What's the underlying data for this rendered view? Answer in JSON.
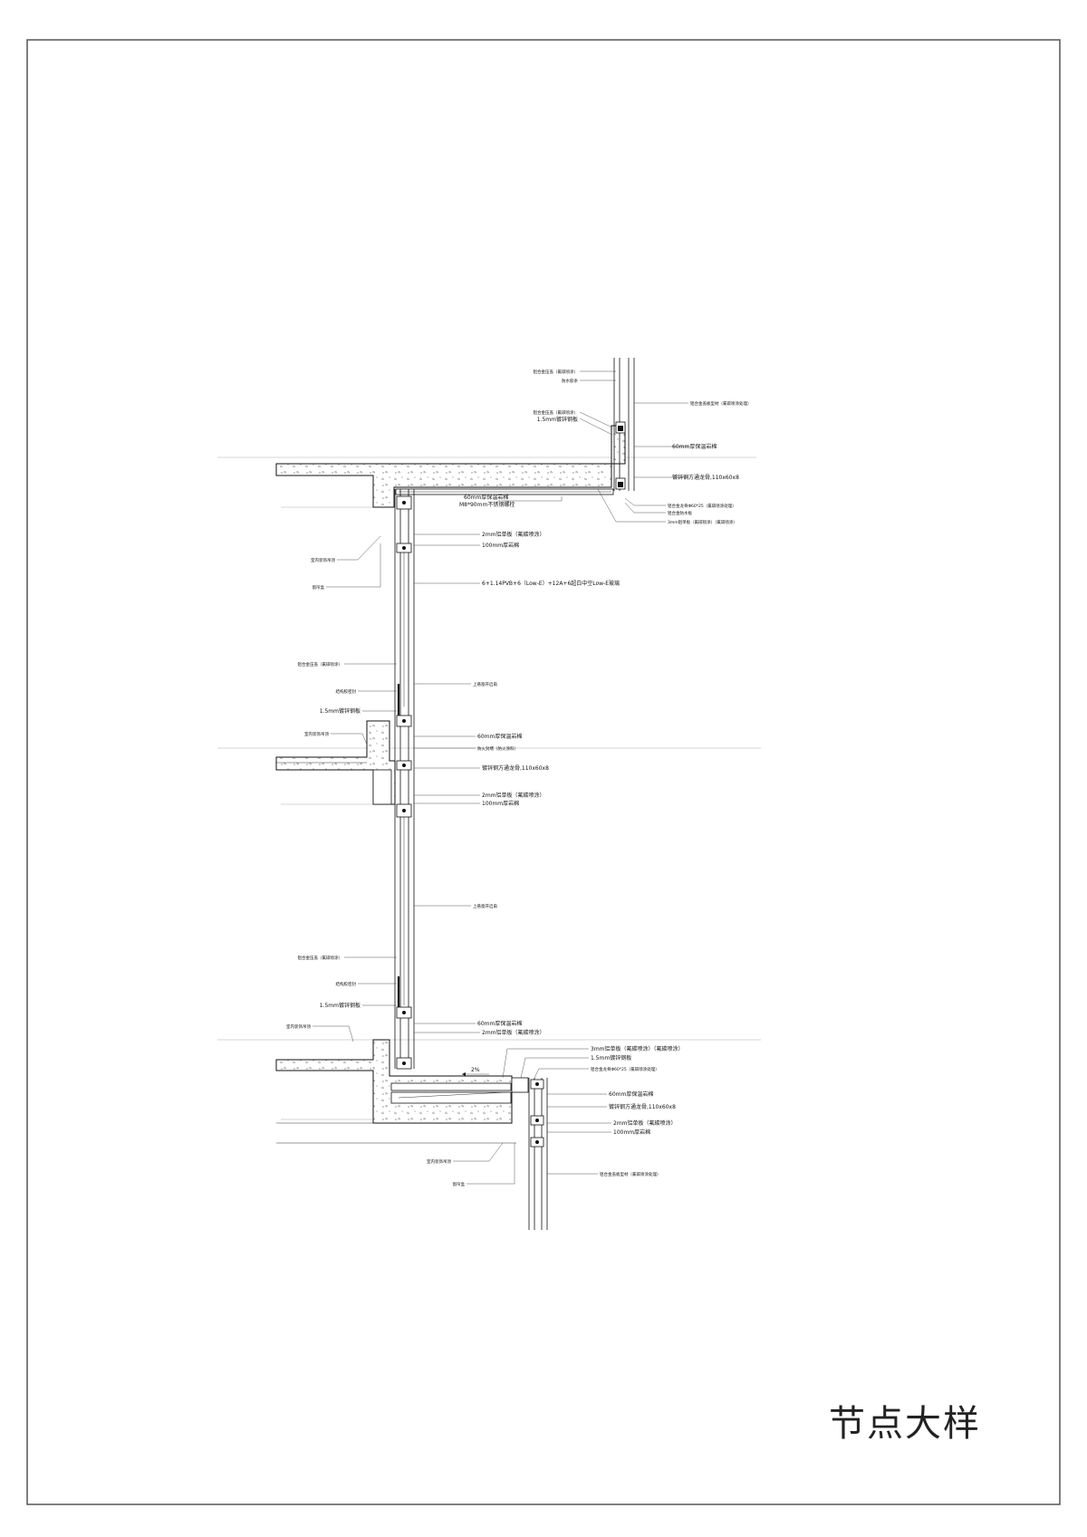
{
  "title": "节点大样",
  "labels_right": [
    {
      "text": "铝合金盖板型材（氟碳喷涂处理）",
      "small": true
    },
    {
      "text": "60mm厚保温岩棉",
      "small": false
    },
    {
      "text": "镀锌钢方通龙骨,110x60x8",
      "small": false
    },
    {
      "text": "铝合金龙骨Φ60*25（氟碳喷涂处理）",
      "small": true
    },
    {
      "text": "铝合金防水板",
      "small": true
    },
    {
      "text": "3mm铝单板（氟碳喷涂）（氟碳喷涂）",
      "small": true
    },
    {
      "text": "60mm厚保温岩棉",
      "small": false
    },
    {
      "text": "M8*90mm不锈钢螺栓",
      "small": false
    },
    {
      "text": "2mm铝单板（氟碳喷涂）",
      "small": false
    },
    {
      "text": "100mm厚岩棉",
      "small": false
    },
    {
      "text": "6+1.14PVB+6（Low-E）+12A+6超白中空Low-E玻璃",
      "small": false
    },
    {
      "text": "上悬窗开启扇",
      "small": true
    },
    {
      "text": "60mm厚保温岩棉",
      "small": false
    },
    {
      "text": "防火封堵（防火涂料）",
      "small": true
    },
    {
      "text": "镀锌钢方通龙骨,110x60x8",
      "small": false
    },
    {
      "text": "2mm铝单板（氟碳喷涂）",
      "small": false
    },
    {
      "text": "100mm厚岩棉",
      "small": false
    },
    {
      "text": "上悬窗开启扇",
      "small": true
    },
    {
      "text": "60mm厚保温岩棉",
      "small": false
    },
    {
      "text": "2mm铝单板（氟碳喷涂）",
      "small": false
    },
    {
      "text": "3mm铝单板（氟碳喷涂）（氟碳喷涂）",
      "small": false
    },
    {
      "text": "1.5mm镀锌钢板",
      "small": false
    },
    {
      "text": "铝合金龙骨Φ60*25（氟碳喷涂处理）",
      "small": true
    },
    {
      "text": "60mm厚保温岩棉",
      "small": false
    },
    {
      "text": "镀锌钢方通龙骨,110x60x8",
      "small": false
    },
    {
      "text": "2mm铝单板（氟碳喷涂）",
      "small": false
    },
    {
      "text": "100mm厚岩棉",
      "small": false
    },
    {
      "text": "铝合金盖板型材（氟碳喷涂处理）",
      "small": true
    }
  ],
  "labels_left": [
    {
      "text": "铝合金压盖（氟碳喷涂）",
      "small": true
    },
    {
      "text": "防水胶条",
      "small": true
    },
    {
      "text": "铝合金压盖（氟碳喷涂）",
      "small": true
    },
    {
      "text": "1.5mm镀锌钢板",
      "small": false
    },
    {
      "text": "室内装饰吊顶",
      "small": true
    },
    {
      "text": "窗帘盒",
      "small": true
    },
    {
      "text": "铝合金压盖（氟碳喷涂）",
      "small": true
    },
    {
      "text": "结构胶密封",
      "small": true
    },
    {
      "text": "1.5mm镀锌钢板",
      "small": false
    },
    {
      "text": "室内装饰吊顶",
      "small": true
    },
    {
      "text": "铝合金压盖（氟碳喷涂）",
      "small": true
    },
    {
      "text": "结构胶密封",
      "small": true
    },
    {
      "text": "1.5mm镀锌钢板",
      "small": false
    },
    {
      "text": "室内装饰吊顶",
      "small": true
    },
    {
      "text": "室内装饰吊顶",
      "small": true
    },
    {
      "text": "窗帘盒",
      "small": true
    }
  ],
  "slope_label": "2%",
  "colors": {
    "line": "#111111",
    "reference": "#aaaaaa",
    "border": "#555555"
  }
}
